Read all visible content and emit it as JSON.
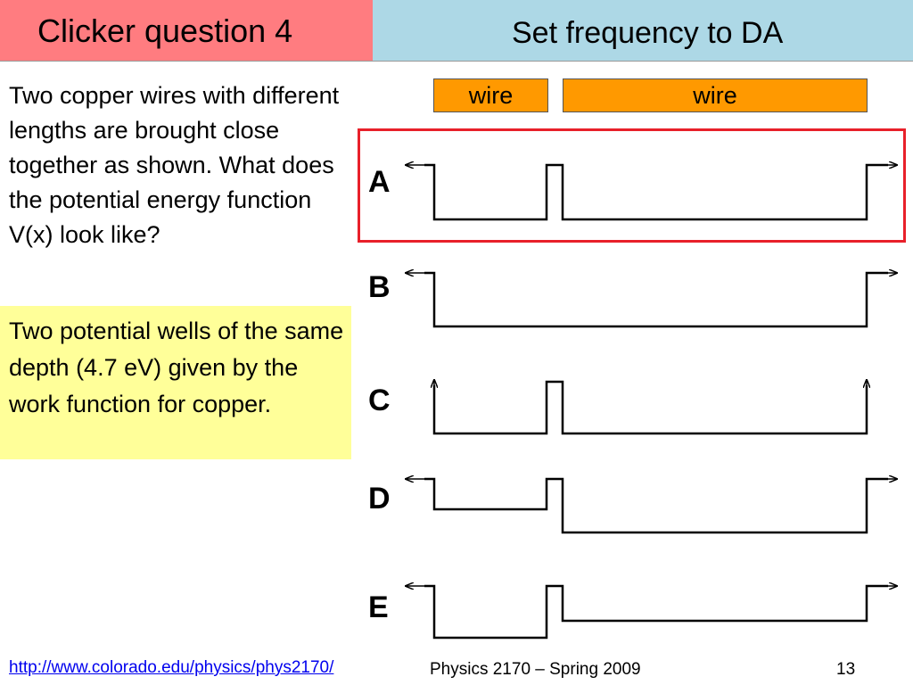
{
  "header": {
    "title": "Clicker question 4",
    "subtitle": "Set frequency to DA"
  },
  "question": "Two copper wires with different lengths are brought close together as shown.  What does the potential energy function V(x) look like?",
  "answer": "Two potential wells of the same depth (4.7 eV) given by the work function for copper.",
  "wires": [
    "wire",
    "wire"
  ],
  "options": [
    "A",
    "B",
    "C",
    "D",
    "E"
  ],
  "highlighted_option": "A",
  "colors": {
    "title_bg": "#ff7c80",
    "subtitle_bg": "#add8e6",
    "answer_bg": "#ffff99",
    "wire_bg": "#ff9900",
    "highlight_border": "#e8202a"
  },
  "footer": {
    "link": "http://www.colorado.edu/physics/phys2170/",
    "course": "Physics 2170 – Spring 2009",
    "page": "13"
  }
}
